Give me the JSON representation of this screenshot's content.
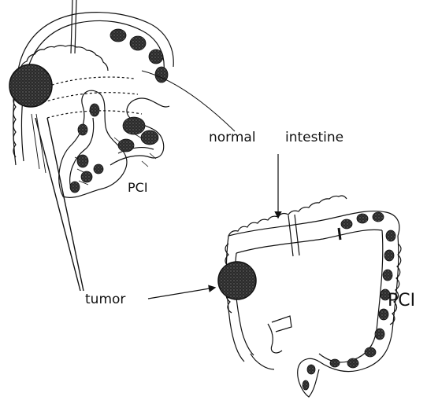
{
  "labels": {
    "normal": "normal",
    "intestine": "intestine",
    "pci_top": "PCI",
    "tumor": "tumor",
    "pci_bottom": "PCI"
  },
  "colors": {
    "ink": "#111111",
    "tumor_fill": "#222222",
    "mottle": "#3a3a3a"
  }
}
